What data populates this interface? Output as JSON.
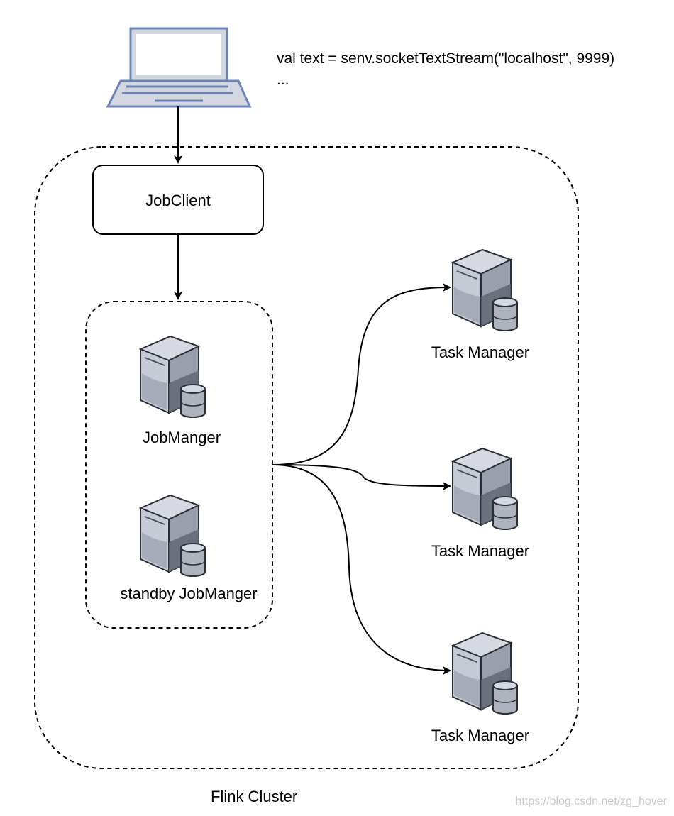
{
  "code": {
    "line1": "val text = senv.socketTextStream(\"localhost\", 9999)",
    "line2": "..."
  },
  "nodes": {
    "client_device": {
      "icon": "laptop-icon"
    },
    "job_client": {
      "label": "JobClient"
    },
    "job_manager": {
      "label": "JobManger",
      "icon": "server-icon"
    },
    "standby_job_manager": {
      "label": "standby JobManger",
      "icon": "server-icon"
    },
    "task_managers": [
      {
        "label": "Task Manager",
        "icon": "server-icon"
      },
      {
        "label": "Task Manager",
        "icon": "server-icon"
      },
      {
        "label": "Task Manager",
        "icon": "server-icon"
      }
    ]
  },
  "cluster": {
    "label": "Flink Cluster"
  },
  "watermark": "https://blog.csdn.net/zg_hover",
  "colors": {
    "laptop_stroke": "#6c84b5",
    "laptop_fill": "#d0d4de",
    "server_light": "#c8ccd6",
    "server_mid": "#9aa0ac",
    "server_dark": "#5d6470",
    "line": "#000000"
  }
}
